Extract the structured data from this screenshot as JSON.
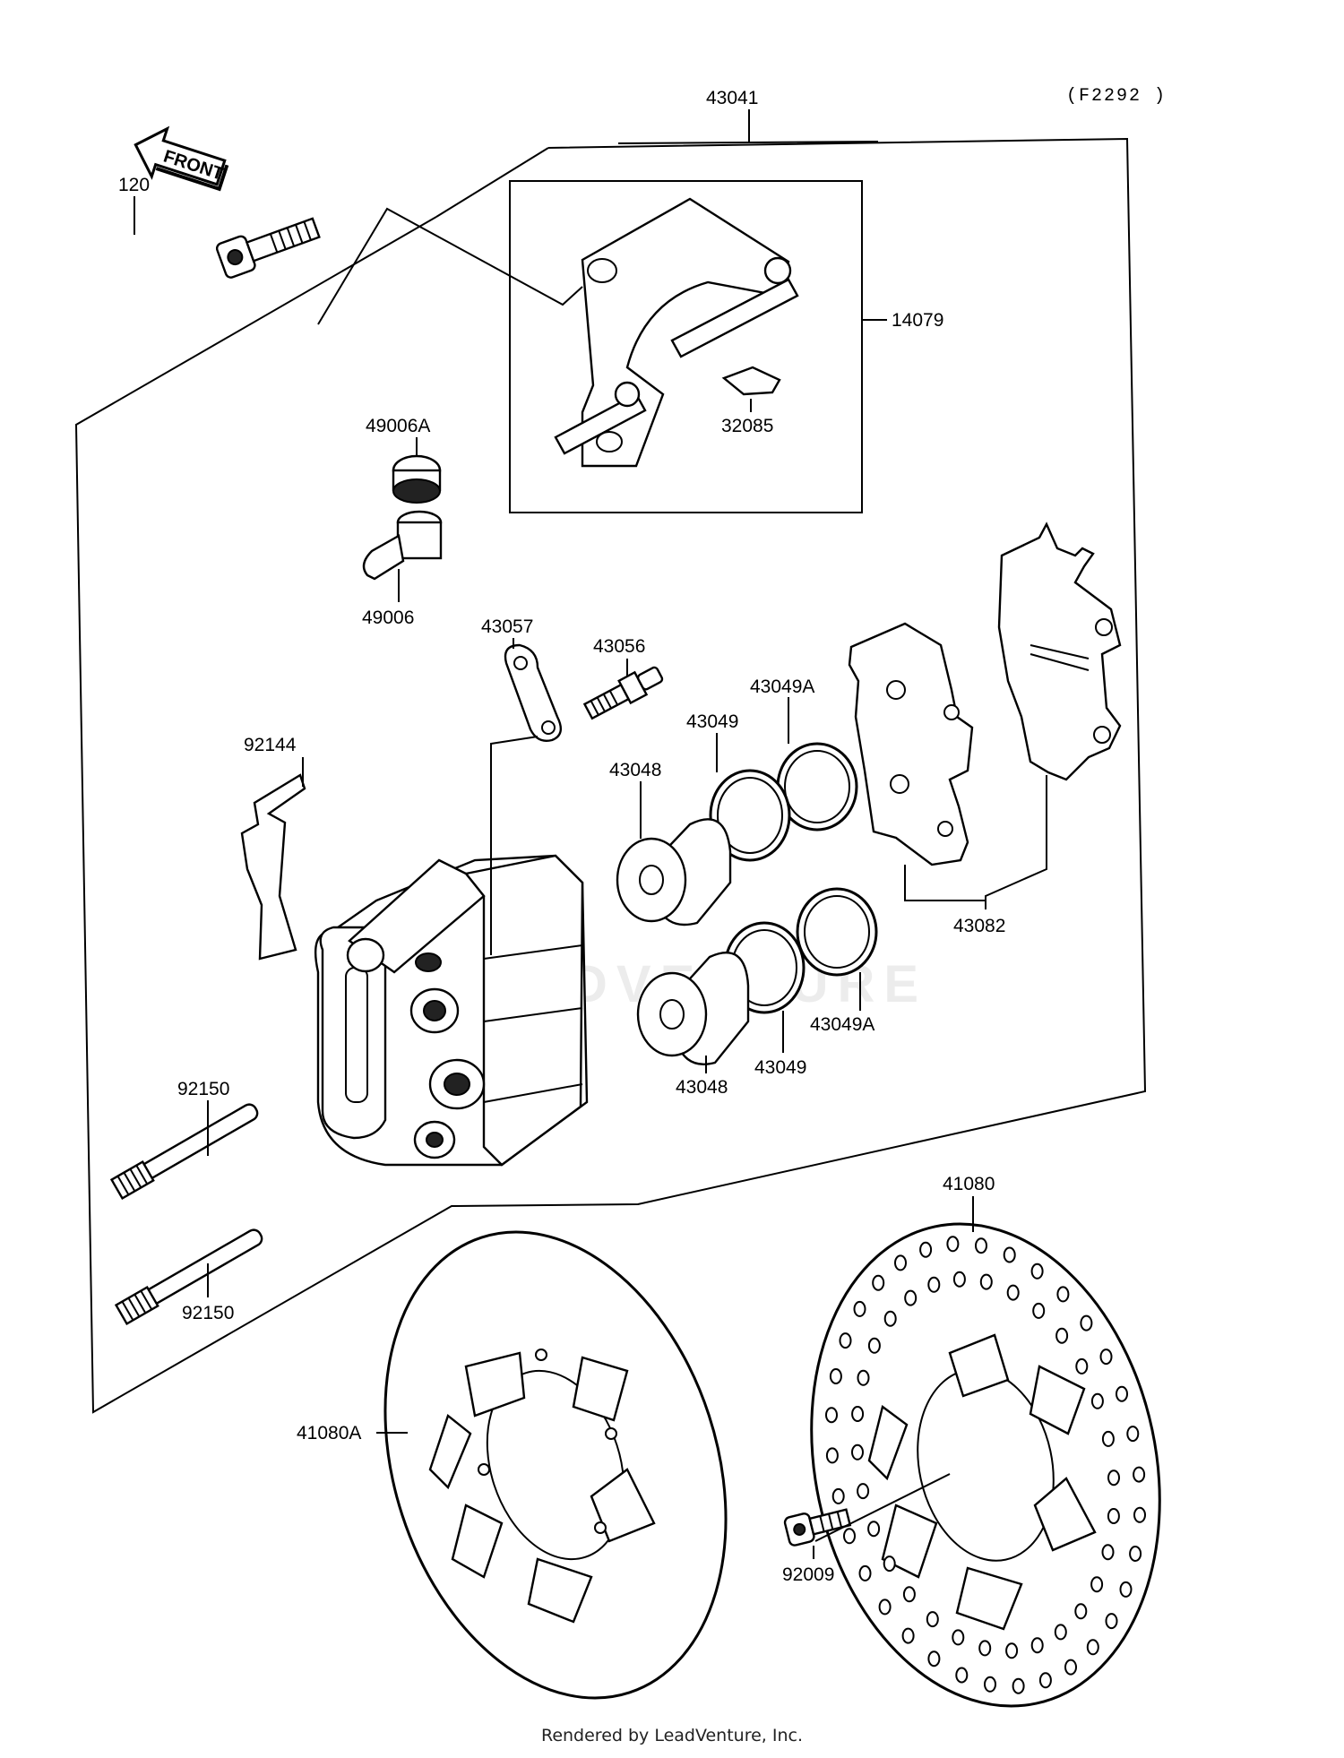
{
  "diagram": {
    "figure_code": "(F2292 )",
    "front_label": "FRONT",
    "watermark": "LEADVENTURE",
    "parts": [
      {
        "id": "p43041",
        "label": "43041"
      },
      {
        "id": "p120",
        "label": "120"
      },
      {
        "id": "p14079",
        "label": "14079"
      },
      {
        "id": "p32085",
        "label": "32085"
      },
      {
        "id": "p49006A",
        "label": "49006A"
      },
      {
        "id": "p49006",
        "label": "49006"
      },
      {
        "id": "p43057",
        "label": "43057"
      },
      {
        "id": "p43056",
        "label": "43056"
      },
      {
        "id": "p43049A_top",
        "label": "43049A"
      },
      {
        "id": "p43049_top",
        "label": "43049"
      },
      {
        "id": "p43048_top",
        "label": "43048"
      },
      {
        "id": "p92144",
        "label": "92144"
      },
      {
        "id": "p43082",
        "label": "43082"
      },
      {
        "id": "p43049A_bot",
        "label": "43049A"
      },
      {
        "id": "p43049_bot",
        "label": "43049"
      },
      {
        "id": "p43048_bot",
        "label": "43048"
      },
      {
        "id": "p92150_top",
        "label": "92150"
      },
      {
        "id": "p92150_bot",
        "label": "92150"
      },
      {
        "id": "p41080",
        "label": "41080"
      },
      {
        "id": "p41080A",
        "label": "41080A"
      },
      {
        "id": "p92009",
        "label": "92009"
      }
    ]
  },
  "footer": {
    "text": "Rendered by LeadVenture, Inc."
  }
}
